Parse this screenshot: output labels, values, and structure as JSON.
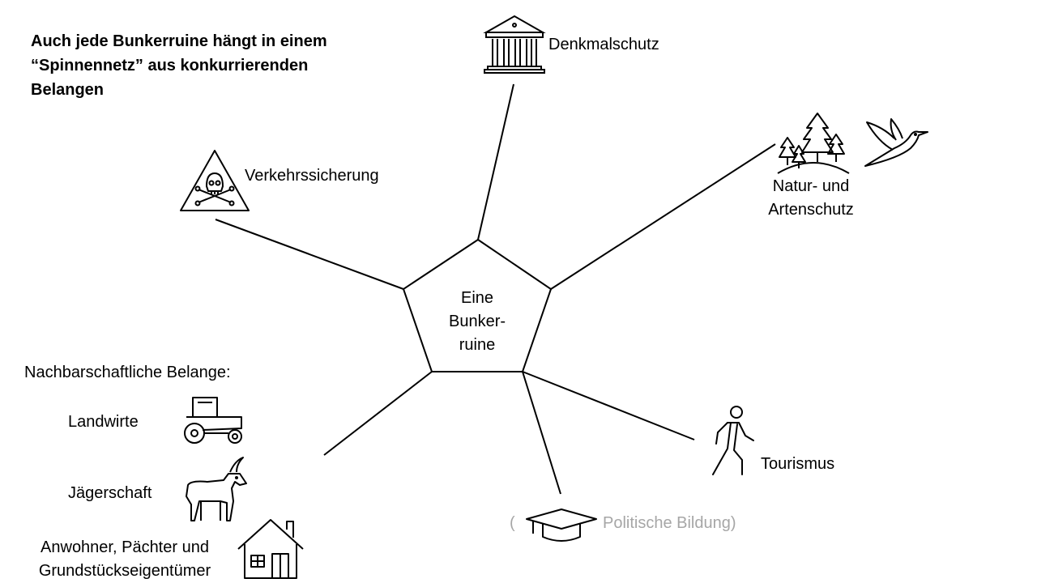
{
  "title": "Auch jede Bunkerruine hängt in einem\n“Spinnennetz” aus konkurrierenden\nBelangen",
  "center": {
    "label": "Eine\nBunker-\nruine"
  },
  "nodes": {
    "denkmalschutz": {
      "label": "Denkmalschutz",
      "icon": "building-columns-icon"
    },
    "natur": {
      "label": "Natur- und\nArtenschutz",
      "icon": "trees-icon",
      "icon2": "hummingbird-icon"
    },
    "verkehr": {
      "label": "Verkehrssicherung",
      "icon": "skull-warning-icon"
    },
    "tourismus": {
      "label": "Tourismus",
      "icon": "walking-person-icon"
    },
    "bildung": {
      "open_paren": "(",
      "label": "Politische Bildung)",
      "icon": "graduation-cap-icon"
    },
    "nachbar": {
      "heading": "Nachbarschaftliche Belange:",
      "landwirte": "Landwirte",
      "jaeger": "Jägerschaft",
      "anwohner": "Anwohner, Pächter und\nGrundstückseigentümer"
    }
  },
  "colors": {
    "line": "#000000",
    "muted": "#a6a6a6"
  }
}
